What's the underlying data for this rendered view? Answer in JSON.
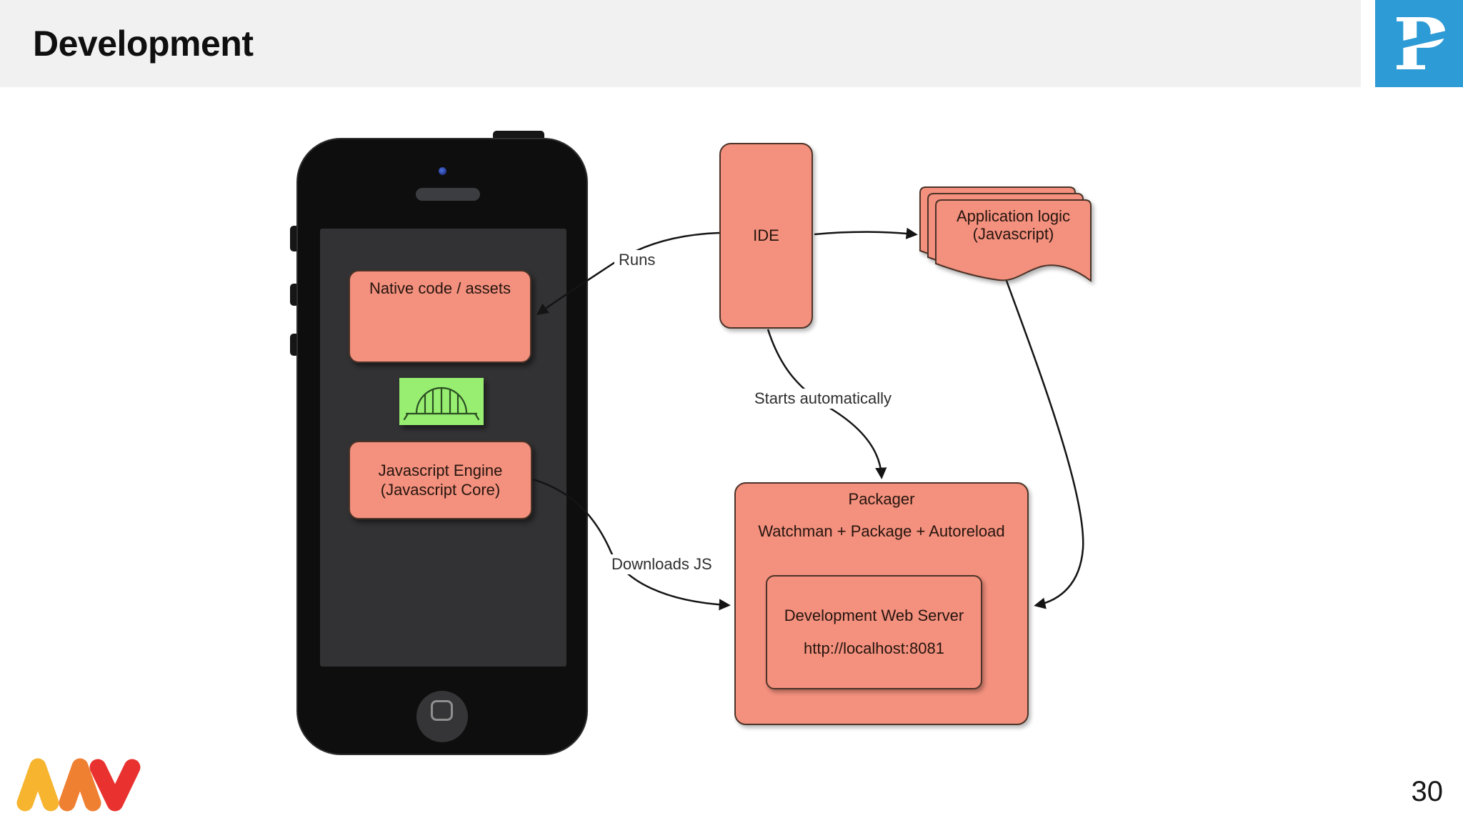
{
  "header": {
    "title": "Development"
  },
  "footer": {
    "page_number": "30"
  },
  "logo_top_right": {
    "letter": "P"
  },
  "diagram": {
    "phone": {
      "native_code_label": "Native code / assets",
      "js_engine_line1": "Javascript Engine",
      "js_engine_line2": "(Javascript Core)"
    },
    "ide": {
      "label": "IDE"
    },
    "app_logic": {
      "line1": "Application logic",
      "line2": "(Javascript)"
    },
    "packager": {
      "title": "Packager",
      "subtitle": "Watchman + Package + Autoreload",
      "server_line1": "Development Web Server",
      "server_line2": "http://localhost:8081"
    },
    "edges": [
      {
        "from": "ide",
        "to": "native-code-box",
        "label": "Runs"
      },
      {
        "from": "ide",
        "to": "app-logic-stack",
        "label": ""
      },
      {
        "from": "ide",
        "to": "packager-box",
        "label": "Starts automatically"
      },
      {
        "from": "js-engine-box",
        "to": "packager-box",
        "label": "Downloads JS"
      },
      {
        "from": "app-logic-stack",
        "to": "packager-box",
        "label": ""
      }
    ],
    "icons": {
      "bridge": "bridge-icon",
      "phone": "smartphone-illustration",
      "camera": "front-camera-icon",
      "speaker": "earpiece-speaker-icon",
      "home": "home-button-icon",
      "brand_chevrons": "mw-chevrons-logo",
      "p_logo": "p-slash-logo"
    }
  },
  "colors": {
    "salmon": "#F3907E",
    "box_border": "#4C3328",
    "bridge_green": "#97EE70",
    "logo_blue": "#2D9BD5",
    "brand_yellow": "#F6B42F",
    "brand_orange": "#EF7F31",
    "brand_red": "#E93230",
    "header_bg": "#F1F1F2",
    "phone_screen": "#323234"
  }
}
